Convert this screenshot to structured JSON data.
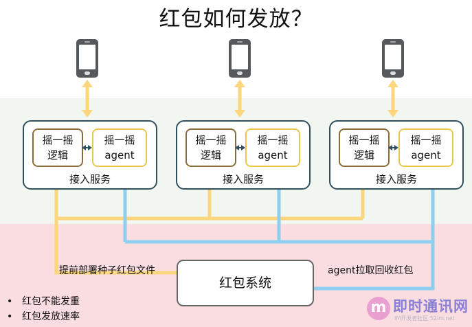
{
  "title": "红包如何发放？",
  "nodes": [
    {
      "logic_lines": [
        "摇一摇",
        "逻辑"
      ],
      "agent_lines": [
        "摇一摇",
        "agent"
      ],
      "label": "接入服务"
    },
    {
      "logic_lines": [
        "摇一摇",
        "逻辑"
      ],
      "agent_lines": [
        "摇一摇",
        "agent"
      ],
      "label": "接入服务"
    },
    {
      "logic_lines": [
        "摇一摇",
        "逻辑"
      ],
      "agent_lines": [
        "摇一摇",
        "agent"
      ],
      "label": "接入服务"
    }
  ],
  "hongbao_system": "红包系统",
  "left_flow_label": "提前部署种子红包文件",
  "right_flow_label": "agent拉取回收红包",
  "bullets": [
    "红包不能发重",
    "红包发放速率"
  ],
  "logo": {
    "mark": "m",
    "text": "即时通讯网",
    "sub": "IM开发者社区 52im.net"
  },
  "colors": {
    "yellow": "#fbd67d",
    "blue": "#8fcfee",
    "node_border": "#2f4f5e",
    "logic_border": "#8c6b3a",
    "agent_border": "#e8c84e",
    "pink_band": "#f9dde0",
    "green_band": "#f1f6f1"
  },
  "icons": {
    "phone": "smartphone-icon"
  }
}
